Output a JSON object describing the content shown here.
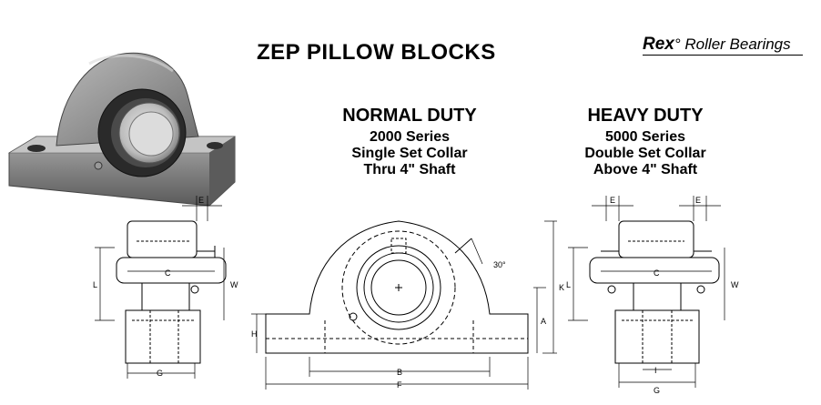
{
  "title": "ZEP PILLOW BLOCKS",
  "brand": {
    "name": "Rex",
    "mark": "°",
    "tagline": "Roller Bearings"
  },
  "normal_duty": {
    "heading": "NORMAL DUTY",
    "series": "2000 Series",
    "collar": "Single Set Collar",
    "shaft": "Thru 4\" Shaft"
  },
  "heavy_duty": {
    "heading": "HEAVY DUTY",
    "series": "5000 Series",
    "collar": "Double Set Collar",
    "shaft": "Above 4\" Shaft"
  },
  "dimension_labels": {
    "e": "E",
    "c": "C",
    "l": "L",
    "w": "W",
    "g": "G",
    "b": "B",
    "f": "F",
    "h": "H",
    "a": "A",
    "k": "K",
    "i": "I",
    "angle": "30°"
  }
}
